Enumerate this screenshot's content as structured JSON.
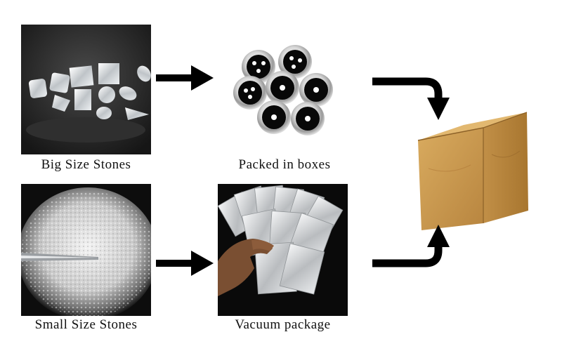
{
  "captions": {
    "big_stones": "Big Size Stones",
    "packed_boxes": "Packed in boxes",
    "small_stones": "Small Size Stones",
    "vacuum_package": "Vacuum package"
  },
  "images": {
    "big_stones": "loose-diamonds-photo",
    "packed_boxes": "gem-boxes-photo",
    "small_stones": "melee-diamonds-photo",
    "vacuum_package": "vacuum-bags-photo",
    "carton": "cardboard-box"
  },
  "colors": {
    "arrow": "#000000",
    "dark_bg": "#1c1c1c",
    "carton": "#c89a52"
  }
}
